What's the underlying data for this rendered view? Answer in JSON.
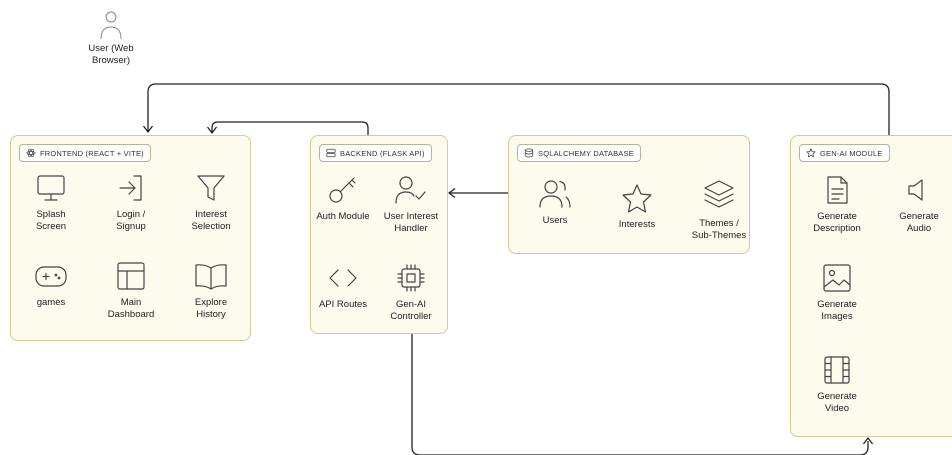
{
  "user": {
    "label_line1": "User (Web",
    "label_line2": "Browser)",
    "icon": "user-outline-icon"
  },
  "frontend": {
    "title": "FRONTEND (REACT + VITE)",
    "title_icon": "atom-icon",
    "items": [
      {
        "line1": "Splash",
        "line2": "Screen",
        "icon": "monitor-icon"
      },
      {
        "line1": "Login /",
        "line2": "Signup",
        "icon": "login-arrow-icon"
      },
      {
        "line1": "Interest",
        "line2": "Selection",
        "icon": "filter-icon"
      },
      {
        "line1": "games",
        "line2": "",
        "icon": "gamepad-icon"
      },
      {
        "line1": "Main",
        "line2": "Dashboard",
        "icon": "layout-icon"
      },
      {
        "line1": "Explore",
        "line2": "History",
        "icon": "book-open-icon"
      }
    ]
  },
  "backend": {
    "title": "BACKEND (FLASK API)",
    "title_icon": "server-icon",
    "items": [
      {
        "line1": "Auth Module",
        "line2": "",
        "icon": "key-icon"
      },
      {
        "line1": "User Interest",
        "line2": "Handler",
        "icon": "user-check-icon"
      },
      {
        "line1": "API Routes",
        "line2": "",
        "icon": "code-brackets-icon"
      },
      {
        "line1": "Gen-AI",
        "line2": "Controller",
        "icon": "cpu-chip-icon"
      }
    ]
  },
  "database": {
    "title": "SQLALCHEMY DATABASE",
    "title_icon": "database-icon",
    "items": [
      {
        "line1": "Users",
        "line2": "",
        "icon": "users-icon"
      },
      {
        "line1": "Interests",
        "line2": "",
        "icon": "star-icon"
      },
      {
        "line1": "Themes /",
        "line2": "Sub-Themes",
        "icon": "layers-icon"
      }
    ]
  },
  "genai": {
    "title": "GEN-AI MODULE",
    "title_icon": "star-icon",
    "items": [
      {
        "line1": "Generate",
        "line2": "Description",
        "icon": "document-icon"
      },
      {
        "line1": "Generate",
        "line2": "Audio",
        "icon": "speaker-icon"
      },
      {
        "line1": "Generate",
        "line2": "Images",
        "icon": "image-icon"
      },
      {
        "line1": "Generate",
        "line2": "Video",
        "icon": "film-icon"
      }
    ]
  },
  "colors": {
    "panel_fill": "#fdfaee",
    "panel_border": "#d8c894",
    "line": "#222222"
  }
}
